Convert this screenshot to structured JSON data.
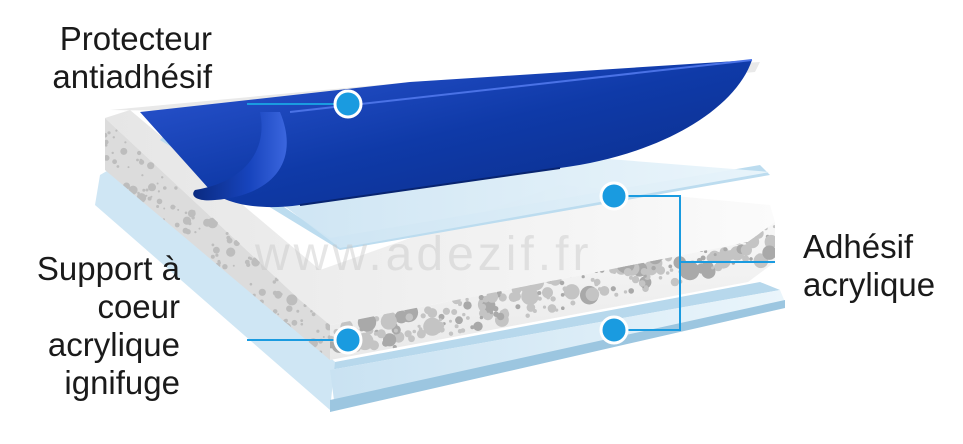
{
  "labels": {
    "liner": [
      "Protecteur",
      "antiadhésif"
    ],
    "core": [
      "Support à",
      "coeur",
      "acrylique",
      "ignifuge"
    ],
    "adhesive": [
      "Adhésif",
      "acrylique"
    ]
  },
  "watermark": "www.adezif.fr",
  "colors": {
    "liner_blue": "#0f3aa8",
    "adhesive_film": "#d8ecf7",
    "foam": "#f4f4f4",
    "bubble": "#b9b9b9",
    "marker": "#1a9be0",
    "leader_line": "#1a9be0",
    "text": "#1a1a1a"
  },
  "icons": {
    "marker": "callout-dot-icon"
  }
}
